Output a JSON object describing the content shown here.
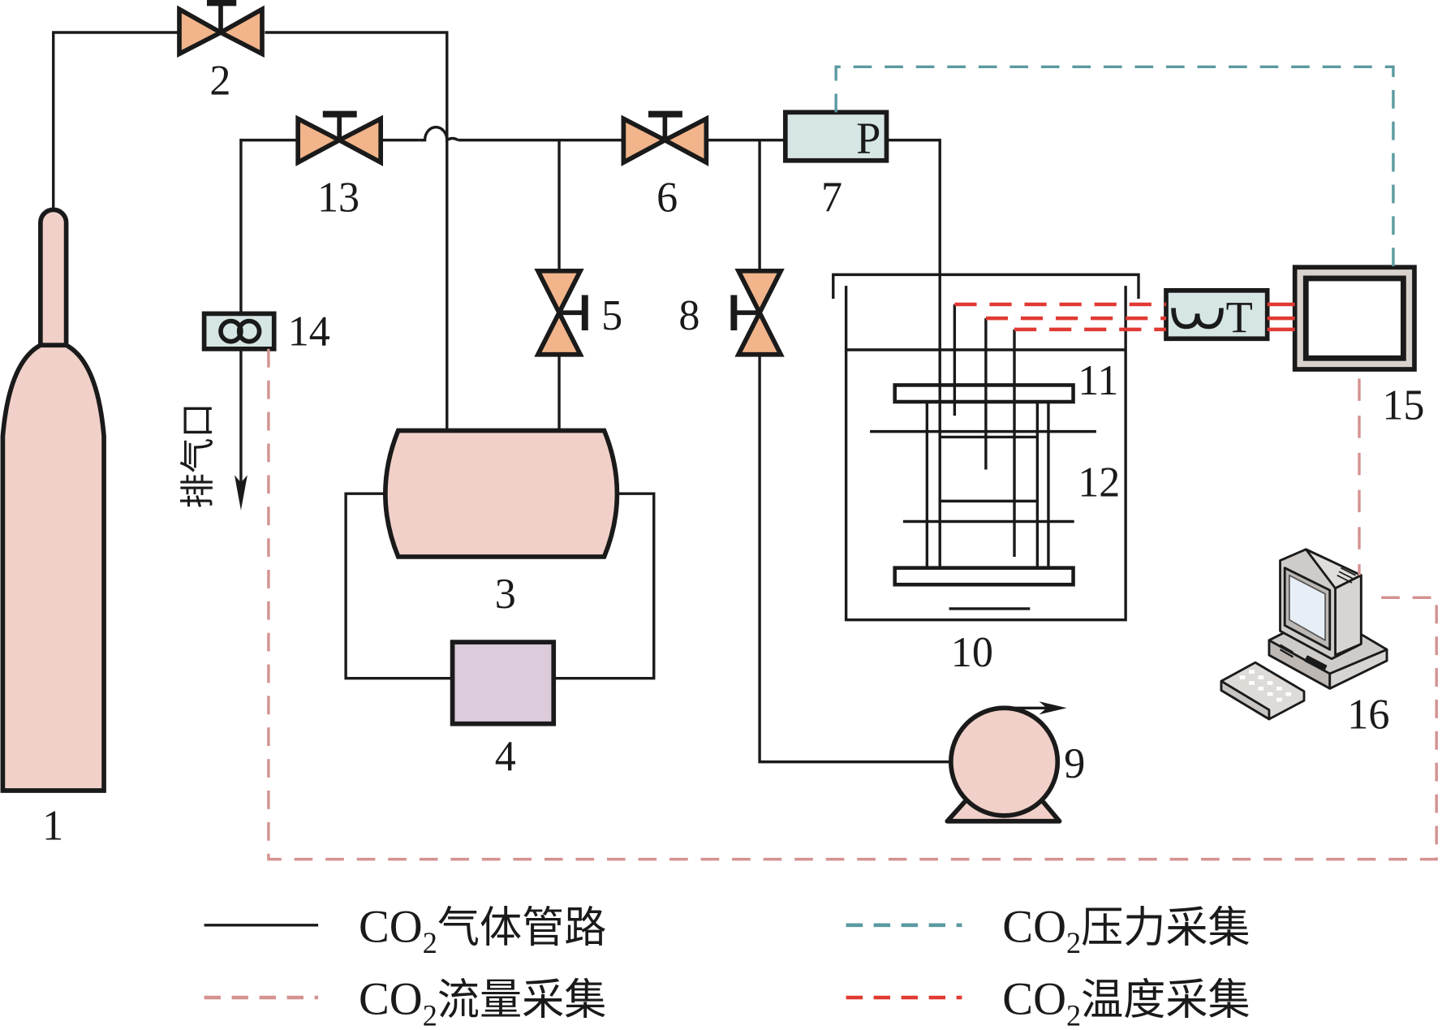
{
  "colors": {
    "pipe": "#1a1a1a",
    "valve_fill": "#f2b48a",
    "cylinder_fill": "#f0d0c8",
    "sensor_fill": "#d6e6e4",
    "box4_fill": "#dccbdb",
    "pressure_line": "#5a9aa0",
    "flow_line": "#d49290",
    "temperature_line": "#e03a33",
    "screen_bezel": "#d9d2cc"
  },
  "components": [
    {
      "id": "1",
      "label": "1",
      "type": "gas-cylinder"
    },
    {
      "id": "2",
      "label": "2",
      "type": "valve"
    },
    {
      "id": "3",
      "label": "3",
      "type": "buffer-tank"
    },
    {
      "id": "4",
      "label": "4",
      "type": "temperature-control-unit"
    },
    {
      "id": "5",
      "label": "5",
      "type": "valve"
    },
    {
      "id": "6",
      "label": "6",
      "type": "valve"
    },
    {
      "id": "7",
      "label": "7",
      "type": "pressure-sensor",
      "symbol": "P"
    },
    {
      "id": "8",
      "label": "8",
      "type": "valve"
    },
    {
      "id": "9",
      "label": "9",
      "type": "vacuum-pump"
    },
    {
      "id": "10",
      "label": "10",
      "type": "water-bath"
    },
    {
      "id": "11",
      "label": "11",
      "type": "sample-holder-plate"
    },
    {
      "id": "12",
      "label": "12",
      "type": "sample-frame"
    },
    {
      "id": "13",
      "label": "13",
      "type": "valve"
    },
    {
      "id": "14",
      "label": "14",
      "type": "flow-meter",
      "symbol": "∞"
    },
    {
      "id": "15",
      "label": "15",
      "type": "data-acquisition-display"
    },
    {
      "id": "16",
      "label": "16",
      "type": "computer"
    }
  ],
  "exhaust_label": "排气口",
  "thermo_symbol": "T",
  "legend": [
    {
      "prefix": "CO",
      "sub": "2",
      "text": "气体管路",
      "style": "solid",
      "color_key": "pipe"
    },
    {
      "prefix": "CO",
      "sub": "2",
      "text": "压力采集",
      "style": "dashed",
      "color_key": "pressure_line"
    },
    {
      "prefix": "CO",
      "sub": "2",
      "text": "流量采集",
      "style": "dashed",
      "color_key": "flow_line"
    },
    {
      "prefix": "CO",
      "sub": "2",
      "text": "温度采集",
      "style": "dashed",
      "color_key": "temperature_line"
    }
  ]
}
